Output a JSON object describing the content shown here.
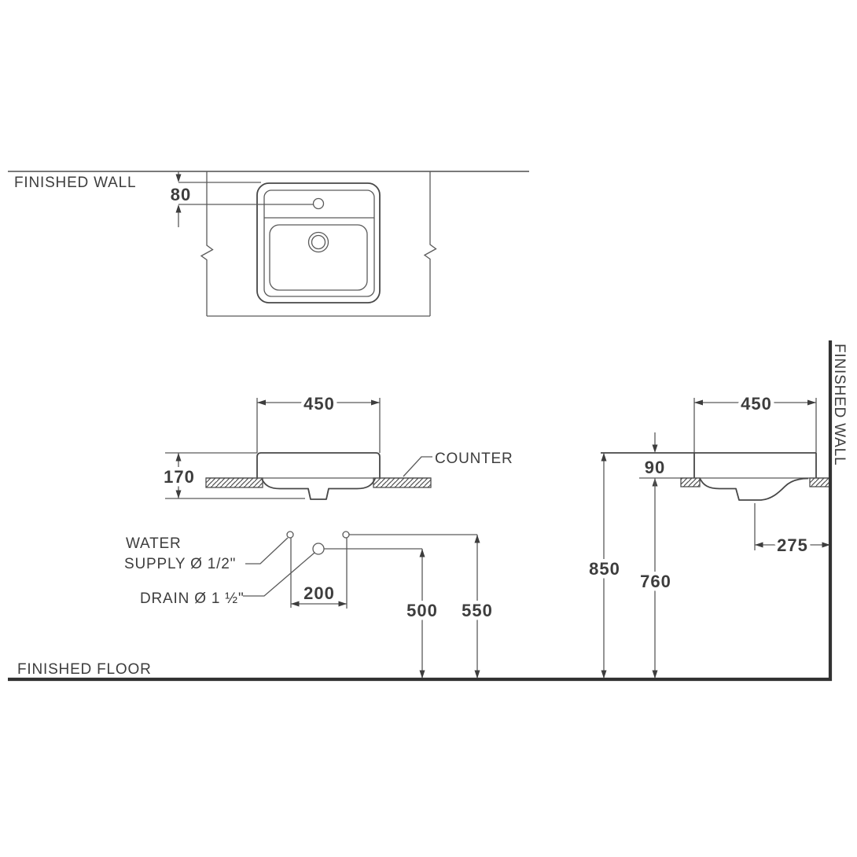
{
  "drawing_type": "basin installation dimension drawing",
  "labels": {
    "finished_wall_top": "FINISHED WALL",
    "finished_wall_right": "FINISHED WALL",
    "finished_floor": "FINISHED FLOOR",
    "counter": "COUNTER",
    "water_supply_line1": "WATER",
    "water_supply_line2": "SUPPLY Ø 1/2\"",
    "drain": "DRAIN Ø 1 ½\""
  },
  "dimensions_mm": {
    "faucet_center_from_wall": "80",
    "basin_width_plan": "450",
    "basin_depth_side": "170",
    "supply_to_drain_spacing": "200",
    "drain_outlet_height": "500",
    "supply_height": "550",
    "basin_width_front": "450",
    "rim_above_counter": "90",
    "rim_height_from_floor": "850",
    "counter_height_from_floor": "760",
    "drain_center_from_wall": "275"
  },
  "colors": {
    "background": "#ffffff",
    "line": "#4f4f4f",
    "thick_line": "#323232",
    "text": "#3d3d3d"
  }
}
